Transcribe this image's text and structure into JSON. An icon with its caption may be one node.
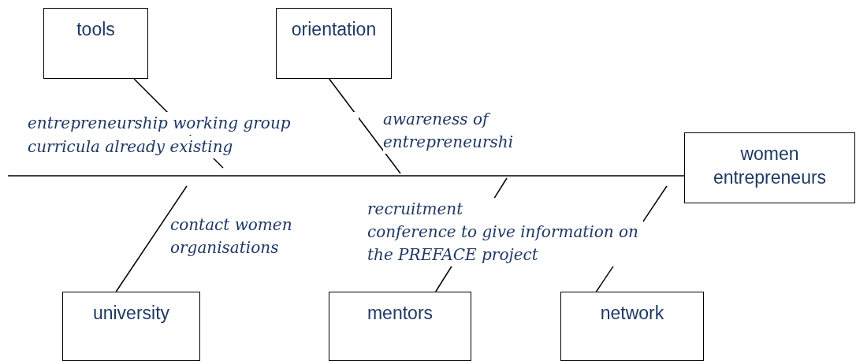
{
  "diagram": {
    "nodes": [
      {
        "text": [
          "tools"
        ]
      },
      {
        "text": [
          "orientation"
        ]
      },
      {
        "text": [
          "women entrepreneurs"
        ]
      },
      {
        "text": [
          "university"
        ]
      },
      {
        "text": [
          "mentors"
        ]
      },
      {
        "text": [
          "network"
        ]
      }
    ],
    "edges": [
      {
        "from": null,
        "to": 2,
        "arrow": "none"
      },
      {
        "from": 0,
        "to": null,
        "arrow": "none"
      },
      {
        "from": 1,
        "to": null,
        "arrow": "none"
      },
      {
        "from": 3,
        "to": null,
        "arrow": "none"
      },
      {
        "from": 4,
        "to": null,
        "arrow": "none"
      },
      {
        "from": 5,
        "to": null,
        "arrow": "none"
      }
    ],
    "labels": [
      "entrepreneurship working group",
      "curricula already existing",
      "awareness of entrepreneurshi",
      "contact women organisations",
      "recruitment",
      "conference to give information on the PREFACE project"
    ]
  }
}
